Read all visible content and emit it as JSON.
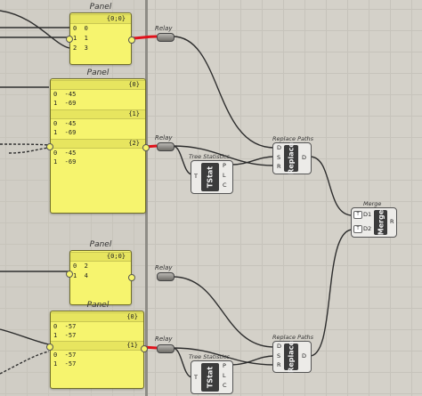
{
  "panels": [
    {
      "title": "Panel",
      "branches": [
        "{0;0}"
      ],
      "rows": [
        "0  0",
        "1  1",
        "2  3"
      ]
    },
    {
      "title": "Panel",
      "branches": [
        "{0}",
        "{1}",
        "{2}"
      ],
      "rows": [
        [
          "0  -45",
          "1  -69"
        ],
        [
          "0  -45",
          "1  -69"
        ],
        [
          "0  -45",
          "1  -69"
        ]
      ]
    },
    {
      "title": "Panel",
      "branches": [
        "{0;0}"
      ],
      "rows": [
        "0  2",
        "1  4"
      ]
    },
    {
      "title": "Panel",
      "branches": [
        "{0}",
        "{1}"
      ],
      "rows": [
        [
          "0  -57",
          "1  -57"
        ],
        [
          "0  -57",
          "1  -57"
        ]
      ]
    }
  ],
  "relays": [
    "Relay",
    "Relay",
    "Relay",
    "Relay"
  ],
  "tree_statistics": {
    "label": "Tree Statistics",
    "core": "TStat",
    "input": "T",
    "outputs": [
      "P",
      "L",
      "C"
    ]
  },
  "replace_paths": {
    "label": "Replace Paths",
    "core": "Replace",
    "inputs": [
      "D",
      "S",
      "R"
    ],
    "output": "D"
  },
  "merge": {
    "label": "Merge",
    "core": "Merge",
    "inputs": [
      "D1",
      "D2"
    ],
    "output": "R",
    "input_flag": "T"
  },
  "colors": {
    "panel": "#f6f46e",
    "wire_selected": "#e0121b",
    "wire": "#2e2e2e",
    "canvas": "#d4d1c9"
  }
}
